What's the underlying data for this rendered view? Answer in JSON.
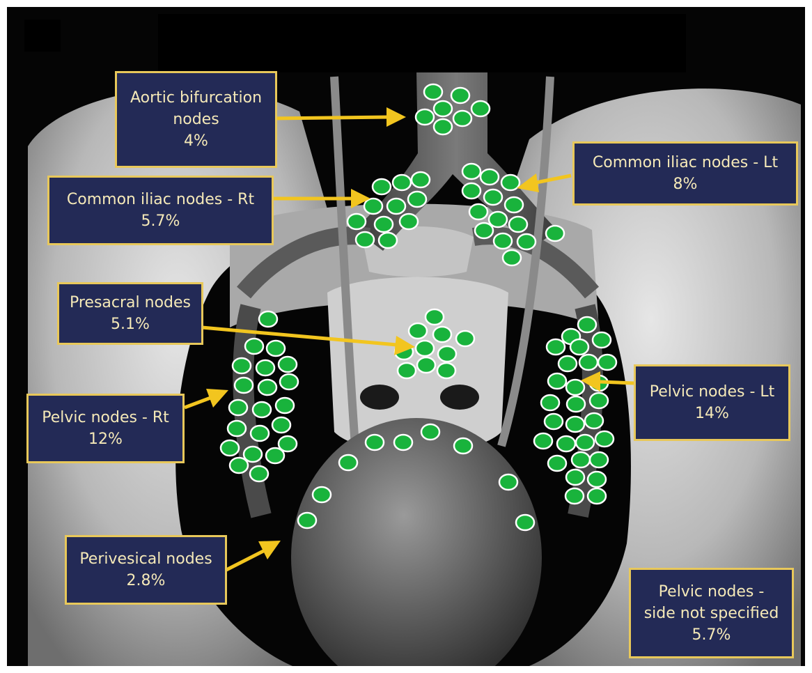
{
  "colors": {
    "background": "#050505",
    "bone": "#bdbdbd",
    "vessel": "#5a5a5a",
    "node_fill": "#19b33c",
    "node_outline": "#ffffff",
    "label_fill": "#232a56",
    "label_border": "#e8c85a",
    "label_text": "#f5e9b8",
    "arrow": "#f2c51f"
  },
  "labels": {
    "aortic_bifurcation": {
      "name_line1": "Aortic bifurcation",
      "name_line2": "nodes",
      "percent": "4%"
    },
    "common_iliac_left": {
      "name": "Common iliac nodes - Lt",
      "percent": "8%"
    },
    "common_iliac_right": {
      "name": "Common iliac nodes - Rt",
      "percent": "5.7%"
    },
    "presacral": {
      "name": "Presacral nodes",
      "percent": "5.1%"
    },
    "pelvic_left": {
      "name": "Pelvic nodes - Lt",
      "percent": "14%"
    },
    "pelvic_right": {
      "name": "Pelvic nodes - Rt",
      "percent": "12%"
    },
    "perivesical": {
      "name": "Perivesical nodes",
      "percent": "2.8%"
    },
    "pelvic_unspecified": {
      "name_line1": "Pelvic nodes -",
      "name_line2": "side not specified",
      "percent": "5.7%"
    }
  },
  "icons": [
    "lymph-node-icon",
    "arrow-icon"
  ]
}
